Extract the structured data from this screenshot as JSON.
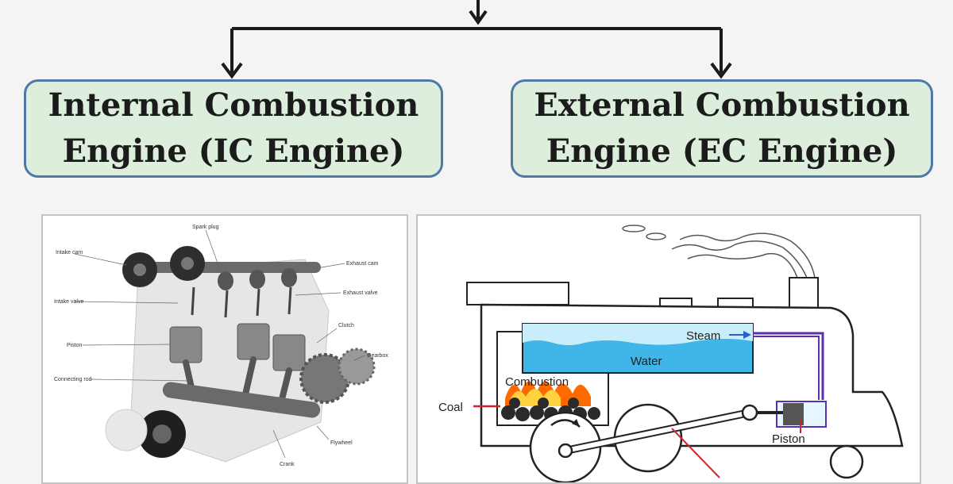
{
  "categories": [
    {
      "line1": "Internal Combustion",
      "line2": "Engine (IC Engine)"
    },
    {
      "line1": "External Combustion",
      "line2": "Engine (EC Engine)"
    }
  ],
  "ic_engine_labels": {
    "spark_plug": "Spark plug",
    "intake_cam": "Intake cam",
    "exhaust_cam": "Exhaust cam",
    "intake_valve": "Intake valve",
    "exhaust_valve": "Exhaust valve",
    "clutch": "Clutch",
    "piston": "Piston",
    "gearbox": "Gearbox",
    "connecting_rod": "Connecting rod",
    "flywheel": "Flywheel",
    "crank": "Crank"
  },
  "ec_engine_labels": {
    "steam": "Steam",
    "water": "Water",
    "combustion": "Combustion",
    "coal": "Coal",
    "piston": "Piston"
  },
  "colors": {
    "box_fill": "#ddeedd",
    "box_border": "#4d78a8",
    "water": "#3fb5e8",
    "steam_pipe": "#5a2fb5",
    "fire": "#ff6a00",
    "leader_red": "#d2232a"
  }
}
